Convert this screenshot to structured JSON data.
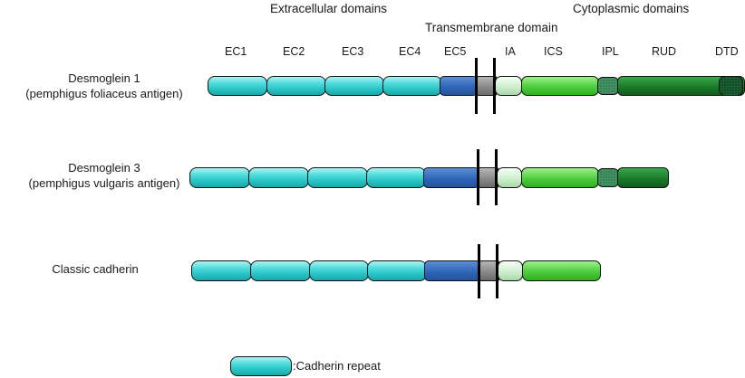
{
  "headers": {
    "extracellular": "Extracellular domains",
    "transmembrane": "Transmembrane domain",
    "cytoplasmic": "Cytoplasmic domains"
  },
  "domain_labels": [
    "EC1",
    "EC2",
    "EC3",
    "EC4",
    "EC5",
    "IA",
    "ICS",
    "IPL",
    "RUD",
    "DTD"
  ],
  "rows": [
    {
      "name": "Desmoglein 1",
      "antigen": "(pemphigus foliaceus antigen)"
    },
    {
      "name": "Desmoglein 3",
      "antigen": "(pemphigus vulgaris antigen)"
    },
    {
      "name": "Classic cadherin"
    }
  ],
  "legend": {
    "label": ":Cadherin repeat"
  },
  "colors": {
    "cadherin_repeat": "#2bc6c8",
    "ec5": "#2f66b8",
    "transmembrane": "#8a8a8a",
    "ia": "#cfefcf",
    "ics": "#4ccd3c",
    "ipl": "#2f7a4c",
    "rud": "#1a7a2a",
    "dtd": "#0d3e1e"
  }
}
